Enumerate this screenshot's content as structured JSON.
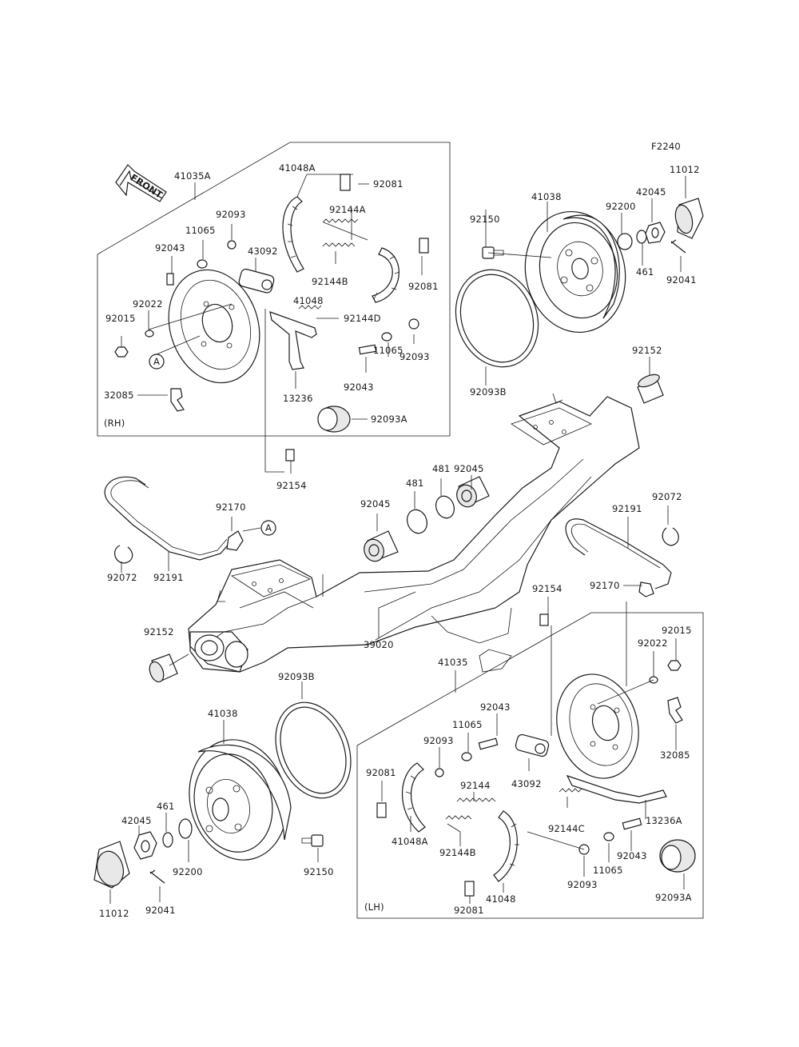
{
  "figure_code": "F2240",
  "front_label": "FRONT",
  "group_labels": {
    "rh": "(RH)",
    "lh": "(LH)"
  },
  "reference_marker": "A",
  "parts": {
    "p41035A": "41035A",
    "p41048A_rh": "41048A",
    "p92081_rh_top": "92081",
    "p92144A": "92144A",
    "p92093_rh_top": "92093",
    "p11065_rh_top": "11065",
    "p92043_rh_top": "92043",
    "p43092_rh": "43092",
    "p92144B_rh": "92144B",
    "p92081_rh_mid": "92081",
    "p41048_rh": "41048",
    "p92144D": "92144D",
    "p92022_rh": "92022",
    "p92015_rh": "92015",
    "p92093_rh_bot": "92093",
    "p11065_rh_bot": "11065",
    "p92043_rh_bot": "92043",
    "p32085_rh": "32085",
    "p13236": "13236",
    "p92093A_rh": "92093A",
    "p92154_rh": "92154",
    "p41038_top": "41038",
    "p92150_top": "92150",
    "p92200_top": "92200",
    "p42045_top": "42045",
    "p11012_top": "11012",
    "p461_top": "461",
    "p92041_top": "92041",
    "p92093B_top": "92093B",
    "p92152_top": "92152",
    "p92045_upper": "92045",
    "p481_a": "481",
    "p481_b": "481",
    "p92045_lower": "92045",
    "p92170_left": "92170",
    "p92191_left": "92191",
    "p92072_left": "92072",
    "p92072_right": "92072",
    "p92191_right": "92191",
    "p92170_right": "92170",
    "p92154_lh": "92154",
    "p92152_left": "92152",
    "p39020": "39020",
    "p41035": "41035",
    "p92015_lh": "92015",
    "p92022_lh": "92022",
    "p32085_lh": "32085",
    "p92093B_bot": "92093B",
    "p41038_bot": "41038",
    "p461_bot": "461",
    "p42045_bot": "42045",
    "p92200_bot": "92200",
    "p92150_bot": "92150",
    "p11012_bot": "11012",
    "p92041_bot": "92041",
    "p92043_lh_top": "92043",
    "p11065_lh_top": "11065",
    "p92093_lh_top": "92093",
    "p92081_lh_top": "92081",
    "p43092_lh": "43092",
    "p92144": "92144",
    "p41048A_lh": "41048A",
    "p92144B_lh": "92144B",
    "p92144C": "92144C",
    "p13236A": "13236A",
    "p92043_lh_bot": "92043",
    "p11065_lh_bot": "11065",
    "p92093_lh_bot": "92093",
    "p41048_lh": "41048",
    "p92081_lh_bot": "92081",
    "p92093A_lh": "92093A"
  }
}
